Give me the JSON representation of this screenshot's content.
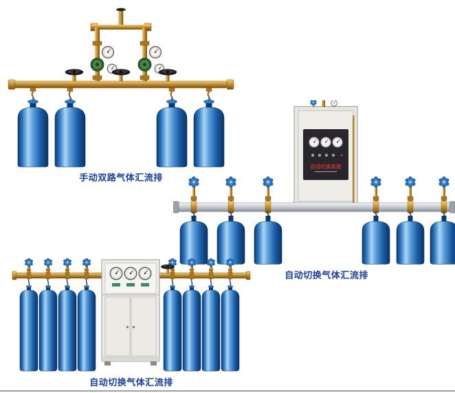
{
  "page": {
    "background_color": "#ffffff"
  },
  "products": [
    {
      "id": "manual-dual-gas-manifold",
      "caption": "手动双路气体汇流排",
      "cylinder_count": 4
    },
    {
      "id": "auto-switch-gas-manifold-wall-cabinet",
      "caption": "自动切换气体汇流排",
      "cabinet_label": "自动切换系统",
      "cylinder_count": 6
    },
    {
      "id": "auto-switch-gas-manifold-floor-cabinet",
      "caption": "自动切换气体汇流排",
      "cylinder_count": 8
    }
  ],
  "colors": {
    "caption_text": "#1b3fa0",
    "cylinder_blue": "#2e76c2",
    "brass_pipe": "#c9912f",
    "aluminum_pipe": "#c6cbd1",
    "cabinet_body": "#e9e7e2",
    "regulator_green": "#3e7a3e",
    "cabinet_label_red": "#c03030"
  }
}
